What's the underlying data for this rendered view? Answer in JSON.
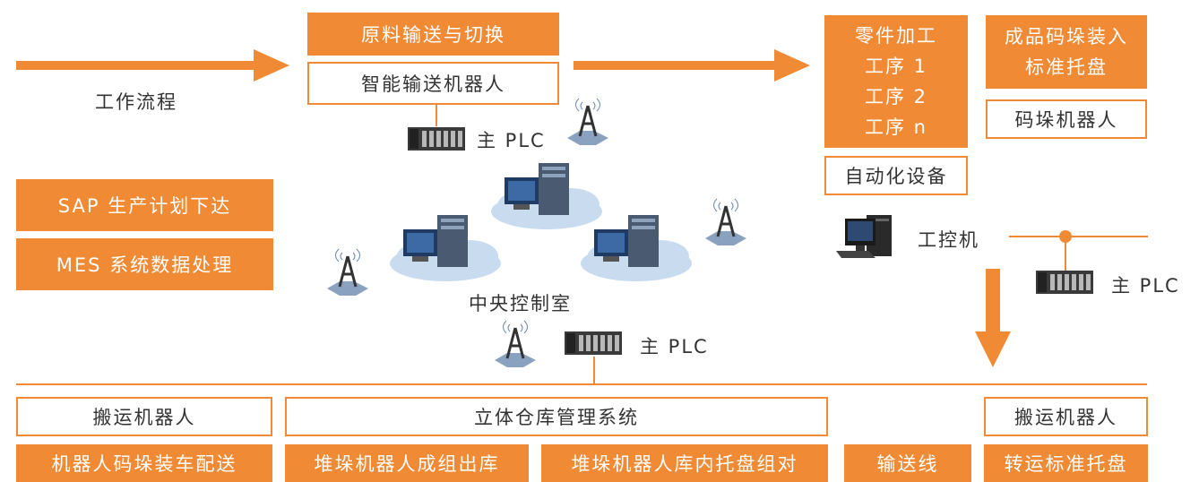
{
  "top": {
    "material_transport": "原料输送与切换",
    "smart_robot": "智能输送机器人",
    "workflow": "工作流程",
    "parts_processing": [
      "零件加工",
      "工序 1",
      "工序 2",
      "工序 n"
    ],
    "automation": "自动化设备",
    "finished_goods": [
      "成品码垛装入",
      "标准托盘"
    ],
    "palletizing_robot": "码垛机器人"
  },
  "middle": {
    "sap": "SAP 生产计划下达",
    "mes": "MES 系统数据处理",
    "plc_top": "主 PLC",
    "central_room": "中央控制室",
    "plc_bottom": "主 PLC",
    "ipc": "工控机",
    "plc_right": "主 PLC"
  },
  "bottom": {
    "handling_robot_left": "搬运机器人",
    "warehouse_mgmt": "立体仓库管理系统",
    "handling_robot_right": "搬运机器人",
    "loading": "机器人码垛装车配送",
    "outbound": "堆垛机器人成组出库",
    "pairing": "堆垛机器人库内托盘组对",
    "conveyor": "输送线",
    "transfer": "转运标准托盘"
  },
  "colors": {
    "accent": "#f08a35",
    "text": "#333333"
  }
}
